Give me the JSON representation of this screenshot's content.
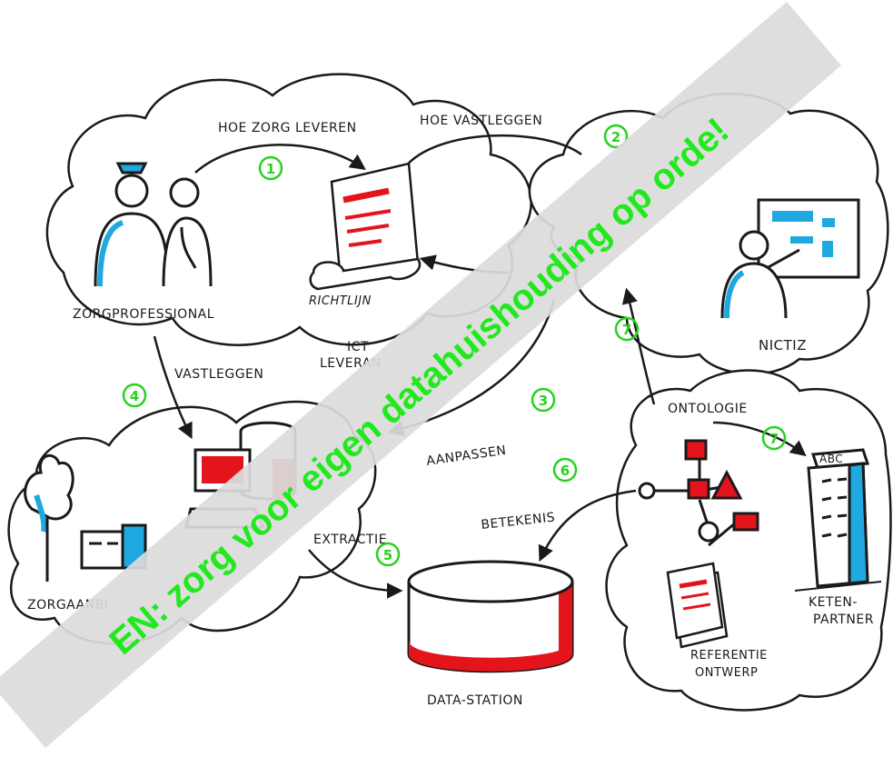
{
  "colors": {
    "accent_red": "#e3141b",
    "accent_blue": "#1fa9e0",
    "number_green": "#2ad11f",
    "banner_grey": "#dcdcdc",
    "banner_text": "#22e81e",
    "ink": "#1a1a1a"
  },
  "labels": {
    "hoe_zorg_leveren": "HOE ZORG LEVEREN",
    "hoe_vastleggen": "HOE VASTLEGGEN",
    "zorgprofessional": "ZORGPROFESSIONAL",
    "richtlijn": "RICHTLIJN",
    "nictiz": "NICTIZ",
    "ict": "ICT",
    "leverancier": "LEVERAN",
    "vastleggen": "VASTLEGGEN",
    "aanpassen": "AANPASSEN",
    "ontologie": "ONTOLOGIE",
    "betekenis": "BETEKENIS",
    "extractie": "EXTRACTIE",
    "zorgaanbieder": "ZORGAANBI",
    "data_station": "DATA-STATION",
    "referentie": "REFERENTIE",
    "ontwerp": "ONTWERP",
    "keten": "KETEN-",
    "partner": "PARTNER",
    "abc": "ABC"
  },
  "steps": {
    "s1": "1",
    "s2": "2",
    "s3": "3",
    "s4": "4",
    "s5": "5",
    "s6": "6",
    "s7a": "7",
    "s7b": "7"
  },
  "banner": {
    "text": "EN: zorg voor eigen datahuishouding op orde!"
  }
}
